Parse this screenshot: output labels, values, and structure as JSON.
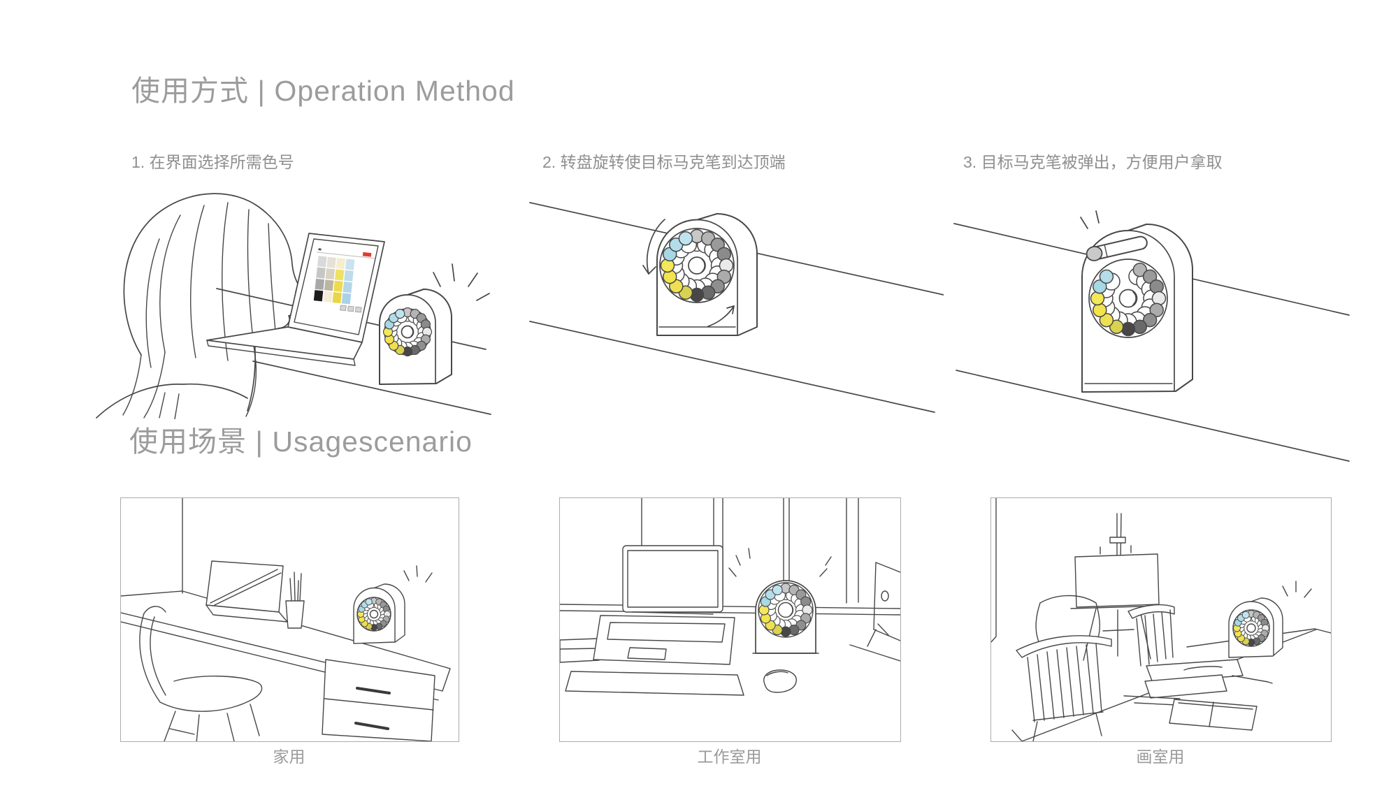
{
  "header": {
    "operation_title": "使用方式 | Operation Method",
    "scenario_title": "使用场景 | Usagescenario"
  },
  "steps": [
    {
      "caption": "1. 在界面选择所需色号"
    },
    {
      "caption": "2. 转盘旋转使目标马克笔到达顶端"
    },
    {
      "caption": "3. 目标马克笔被弹出，方便用户拿取"
    }
  ],
  "scenarios": [
    {
      "label": "家用"
    },
    {
      "label": "工作室用"
    },
    {
      "label": "画室用"
    }
  ],
  "illustration_colors": {
    "line": "#474747",
    "title_gray": "#9c9c9c",
    "caption_gray": "#8f8f8f",
    "label_gray": "#9a9a9a",
    "frame_border": "#ababab",
    "marker_caps": [
      "#c8c8c8",
      "#b4b4b4",
      "#9a9a9a",
      "#8b8b8b",
      "#eaeaea",
      "#ababab",
      "#8f8f8f",
      "#6a6a6a",
      "#474747",
      "#d9d250",
      "#eee052",
      "#f2e44c",
      "#f3e75a",
      "#a6d8e6",
      "#b3dde9",
      "#c0e4ef"
    ],
    "screen_swatches": [
      [
        "#d9d9d9",
        "#c6c6c6",
        "#a8a8a8",
        "#1c1c1c"
      ],
      [
        "#e6e1d5",
        "#d8d2c2",
        "#bcb5a2",
        "#f2ecd9"
      ],
      [
        "#f4eecd",
        "#f0e165",
        "#edda4e",
        "#e9d648"
      ],
      [
        "#cbe2ef",
        "#bedceb",
        "#b4d6e8",
        "#abd1e6"
      ]
    ],
    "screen_button_red": "#e23b30"
  }
}
